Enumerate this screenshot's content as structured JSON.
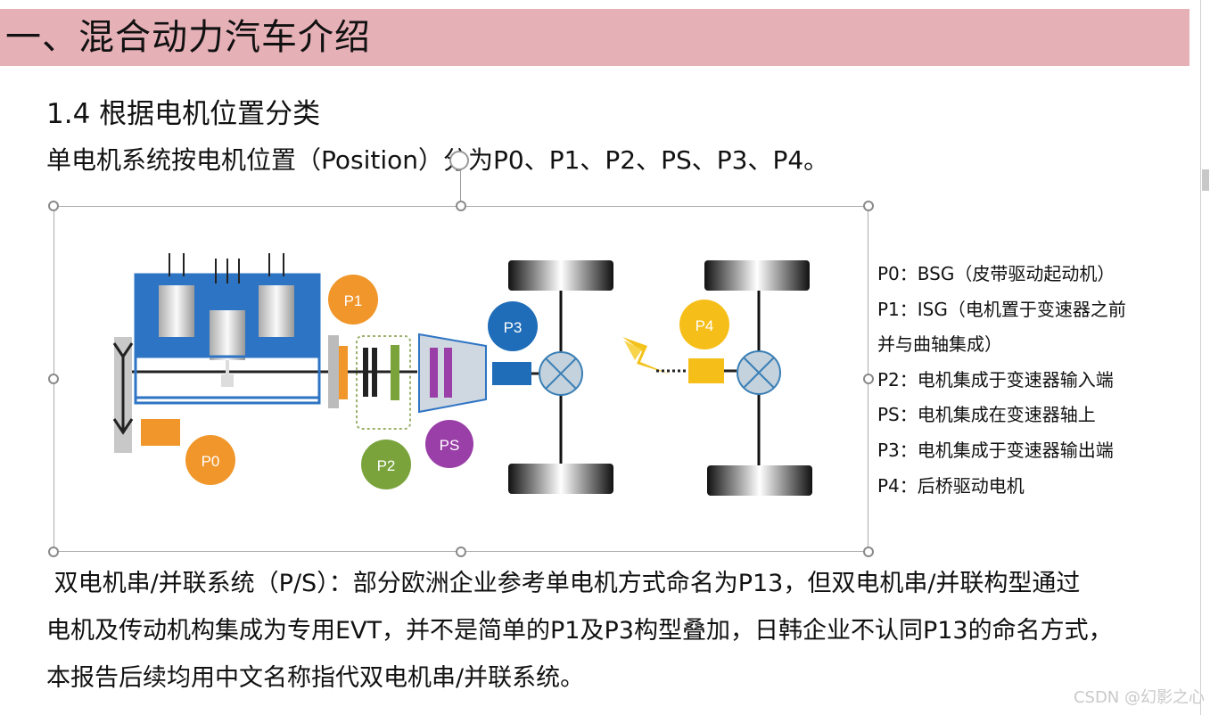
{
  "slide": {
    "title": "一、混合动力汽车介绍",
    "subheading": "1.4 根据电机位置分类",
    "intro": "单电机系统按电机位置（Position）分为P0、P1、P2、PS、P3、P4。"
  },
  "diagram": {
    "labels": {
      "p0": "P0",
      "p1": "P1",
      "p2": "P2",
      "ps": "PS",
      "p3": "P3",
      "p4": "P4"
    },
    "colors": {
      "engine": "#2e74c4",
      "p0": "#f0962a",
      "p1": "#f0962a",
      "p2": "#7aa33c",
      "ps": "#9a3ea8",
      "p3": "#1f6db8",
      "p4": "#f6be18",
      "motor_box": "#f0962a",
      "wheel": "#111111",
      "lightning": "#f3c21b"
    },
    "legend": [
      "P0：BSG（皮带驱动起动机）",
      "P1：ISG（电机置于变速器之前",
      "并与曲轴集成）",
      "P2：电机集成于变速器输入端",
      "PS：电机集成在变速器轴上",
      "P3：电机集成于变速器输出端",
      "P4：后桥驱动电机"
    ]
  },
  "body": {
    "lines": [
      " 双电机串/并联系统（P/S）：部分欧洲企业参考单电机方式命名为P13，但双电机串/并联构型通过",
      "电机及传动机构集成为专用EVT，并不是简单的P1及P3构型叠加，日韩企业不认同P13的命名方式，",
      "本报告后续均用中文名称指代双电机串/并联系统。"
    ]
  },
  "watermark": "CSDN @幻影之心"
}
